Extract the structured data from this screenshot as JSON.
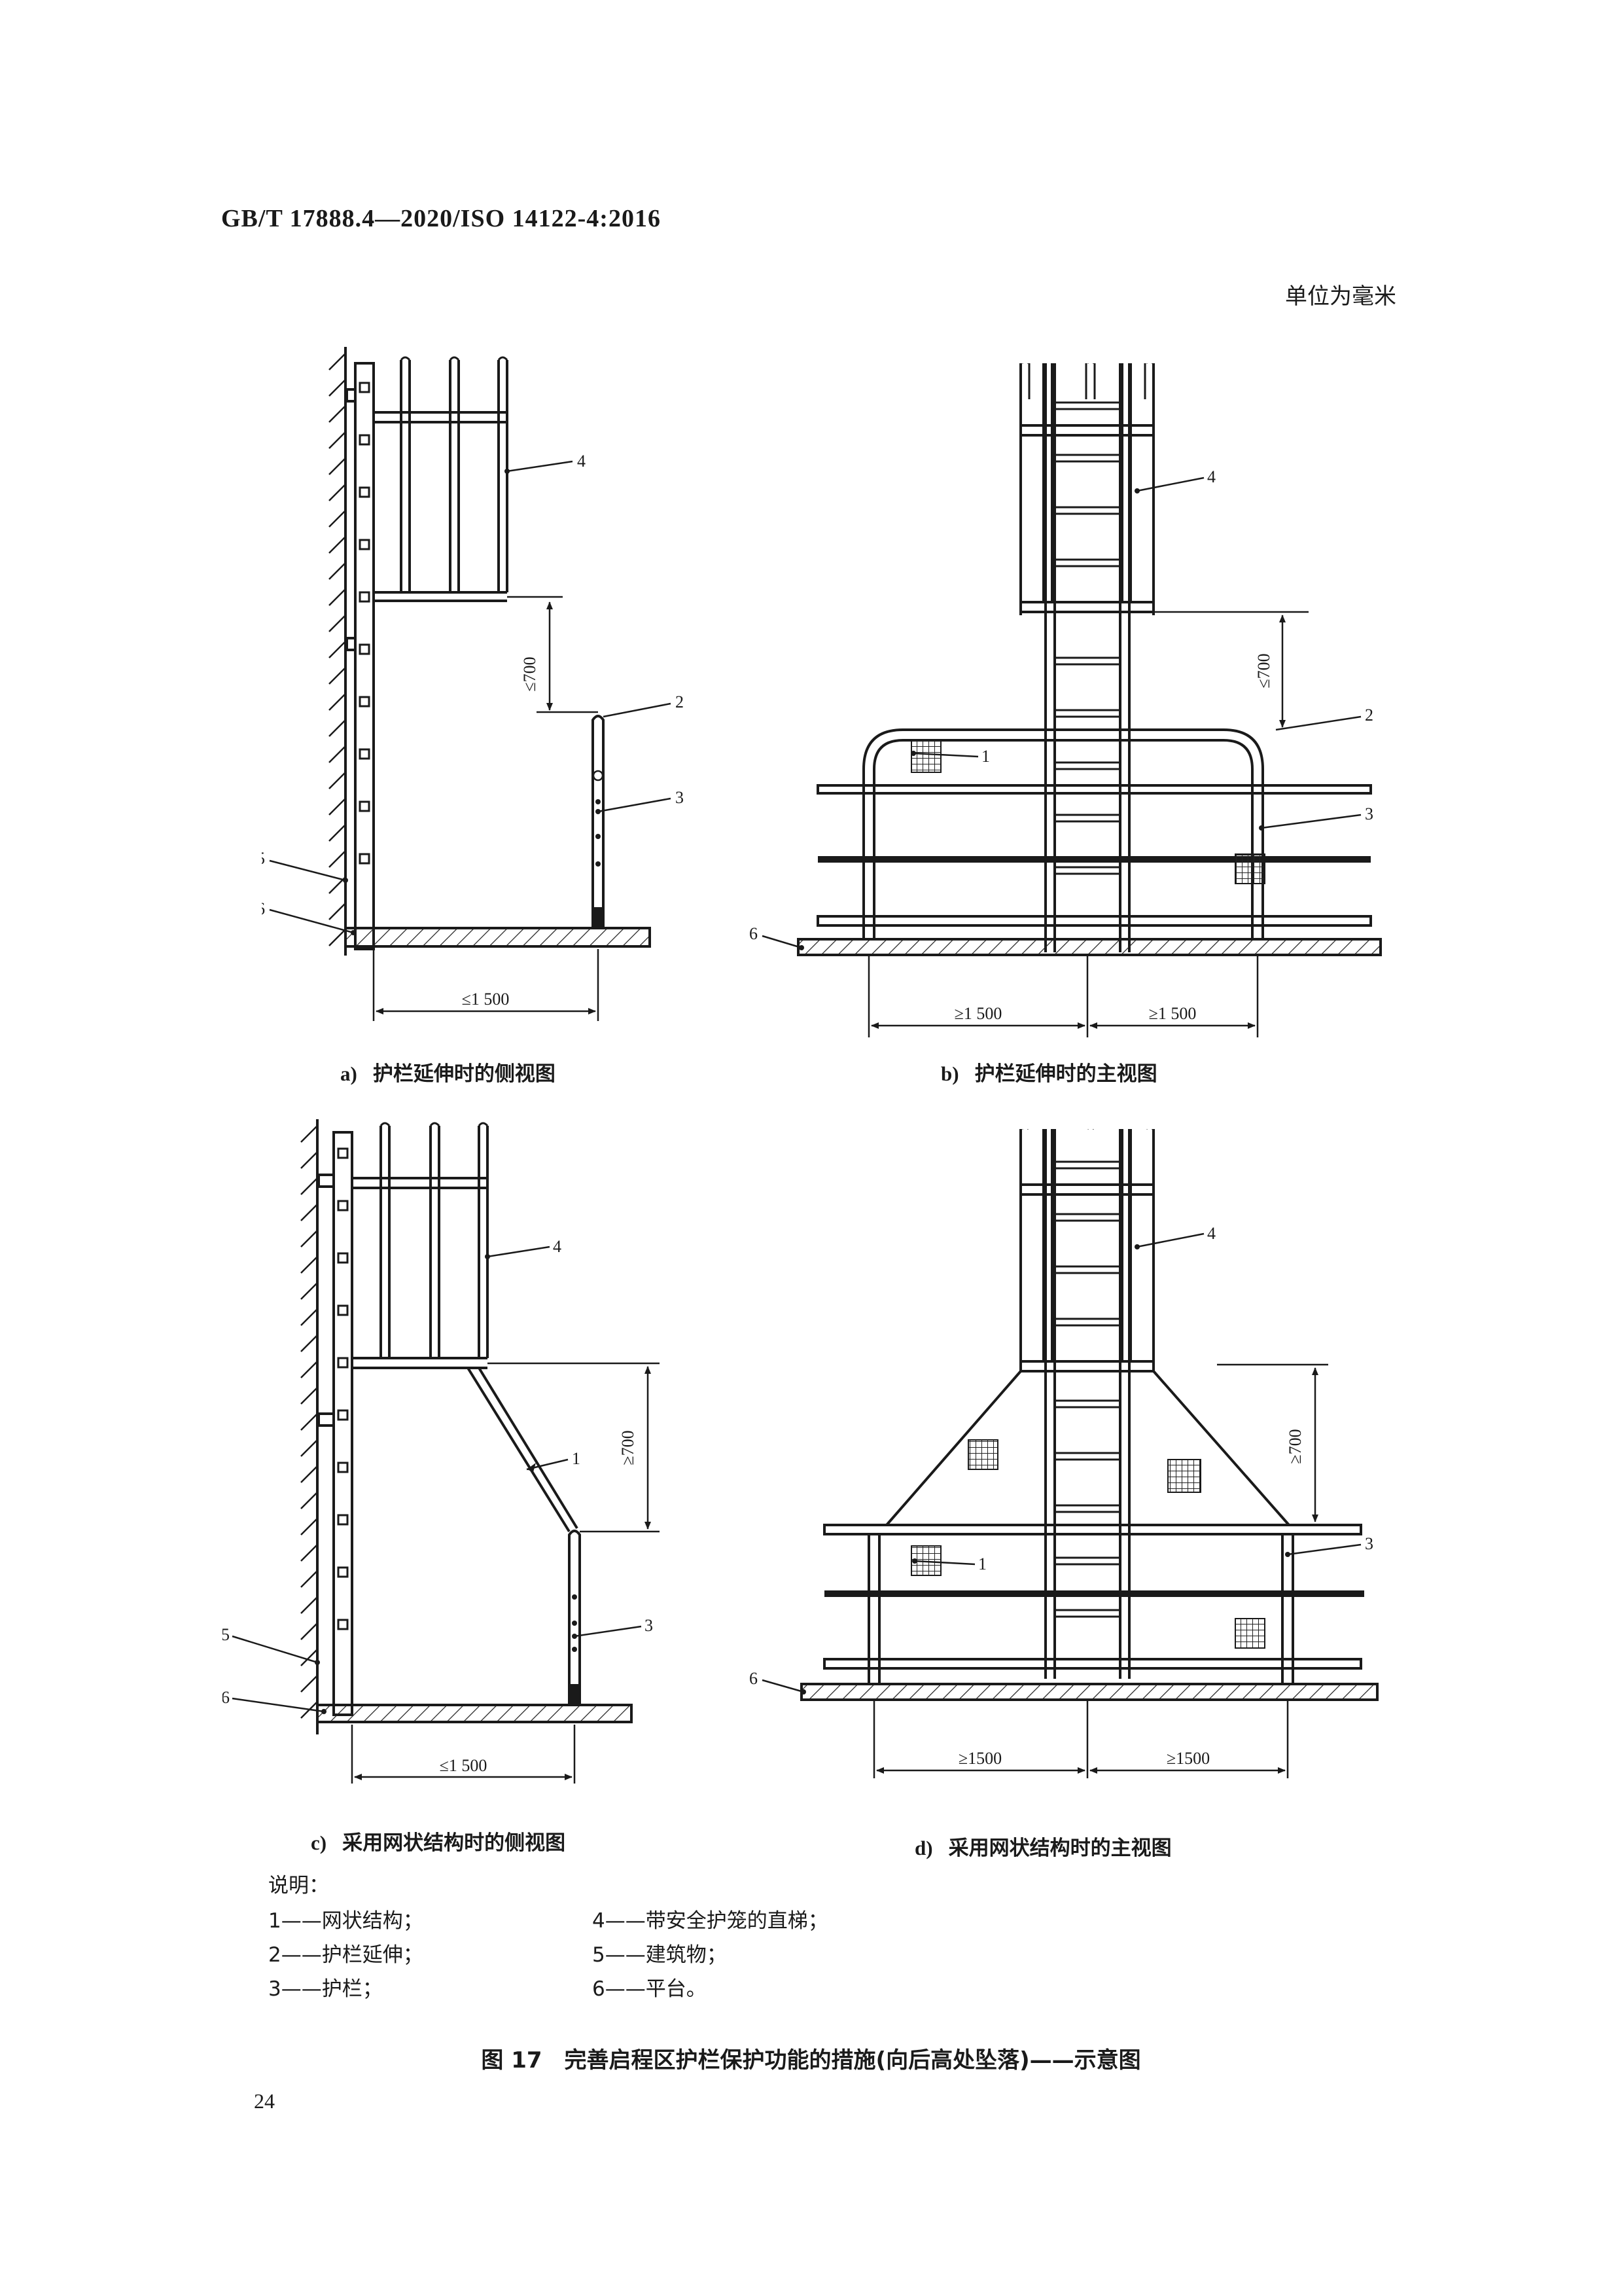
{
  "header": {
    "standard_code": "GB/T 17888.4—2020/ISO 14122-4:2016"
  },
  "unit_note": "单位为毫米",
  "subfigures": {
    "a": {
      "letter": "a)",
      "caption": "护栏延伸时的侧视图",
      "dim_vertical": "≤700",
      "dim_horizontal": "≤1 500"
    },
    "b": {
      "letter": "b)",
      "caption": "护栏延伸时的主视图",
      "dim_vertical": "≤700",
      "dim_left": "≥1 500",
      "dim_right": "≥1 500"
    },
    "c": {
      "letter": "c)",
      "caption": "采用网状结构时的侧视图",
      "dim_vertical": "≥700",
      "dim_horizontal": "≤1 500"
    },
    "d": {
      "letter": "d)",
      "caption": "采用网状结构时的主视图",
      "dim_vertical": "≥700",
      "dim_left": "≥1500",
      "dim_right": "≥1500"
    }
  },
  "callouts": {
    "n1": "1",
    "n2": "2",
    "n3": "3",
    "n4": "4",
    "n5": "5",
    "n6": "6"
  },
  "legend": {
    "title": "说明：",
    "items": [
      "1——网状结构；",
      "2——护栏延伸；",
      "3——护栏；",
      "4——带安全护笼的直梯；",
      "5——建筑物；",
      "6——平台。"
    ]
  },
  "figure_title": "图 17　完善启程区护栏保护功能的措施(向后高处坠落)——示意图",
  "page_number": "24"
}
